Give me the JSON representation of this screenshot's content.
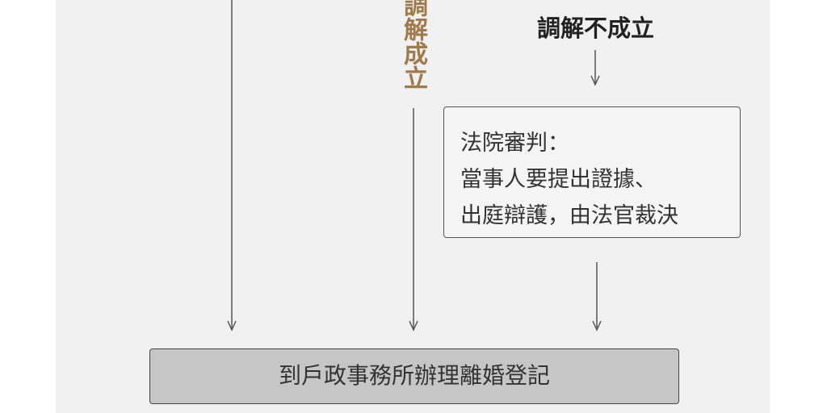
{
  "diagram": {
    "mediation_success_label": "調解成立",
    "mediation_fail_label": "調解不成立",
    "court_box": {
      "line1": "法院審判：",
      "line2": "當事人要提出證據、",
      "line3": "出庭辯護，由法官裁決"
    },
    "final_box": {
      "label": "到戶政事務所辦理離婚登記"
    }
  },
  "colors": {
    "panel_background": "#f1f1f1",
    "success_label": "#a07a4a",
    "final_box_fill": "#c6c6c6",
    "arrow": "#555555"
  }
}
